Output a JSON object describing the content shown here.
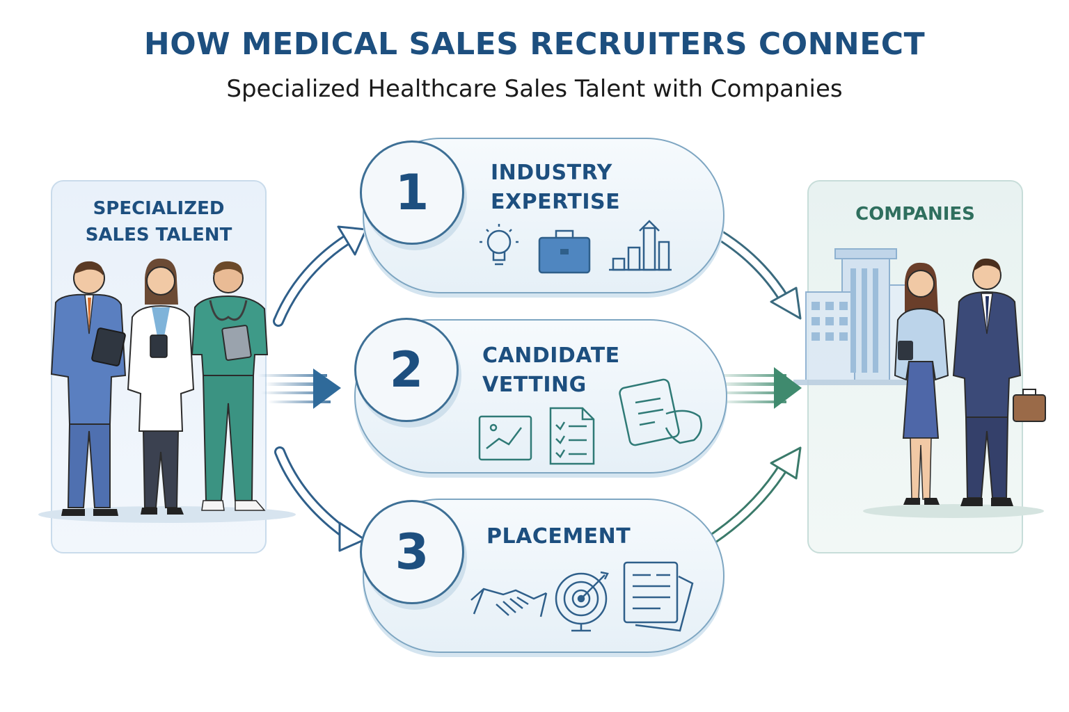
{
  "header": {
    "title": "HOW MEDICAL SALES RECRUITERS CONNECT",
    "subtitle": "Specialized Healthcare Sales Talent with Companies"
  },
  "talent_panel": {
    "title_line1": "SPECIALIZED",
    "title_line2": "SALES TALENT"
  },
  "companies_panel": {
    "title": "COMPANIES"
  },
  "steps": [
    {
      "number": "1",
      "label_line1": "INDUSTRY",
      "label_line2": "EXPERTISE",
      "icons": [
        "lightbulb-icon",
        "briefcase-icon",
        "bar-chart-icon"
      ]
    },
    {
      "number": "2",
      "label_line1": "CANDIDATE",
      "label_line2": "VETTING",
      "icons": [
        "line-chart-icon",
        "checklist-icon",
        "tablet-review-icon"
      ]
    },
    {
      "number": "3",
      "label_line1": "PLACEMENT",
      "label_line2": "",
      "icons": [
        "handshake-icon",
        "target-icon",
        "documents-icon"
      ]
    }
  ],
  "colors": {
    "primary_blue": "#1d4f7f",
    "teal_green": "#3f8a6e",
    "outline": "#7ea6c2"
  }
}
